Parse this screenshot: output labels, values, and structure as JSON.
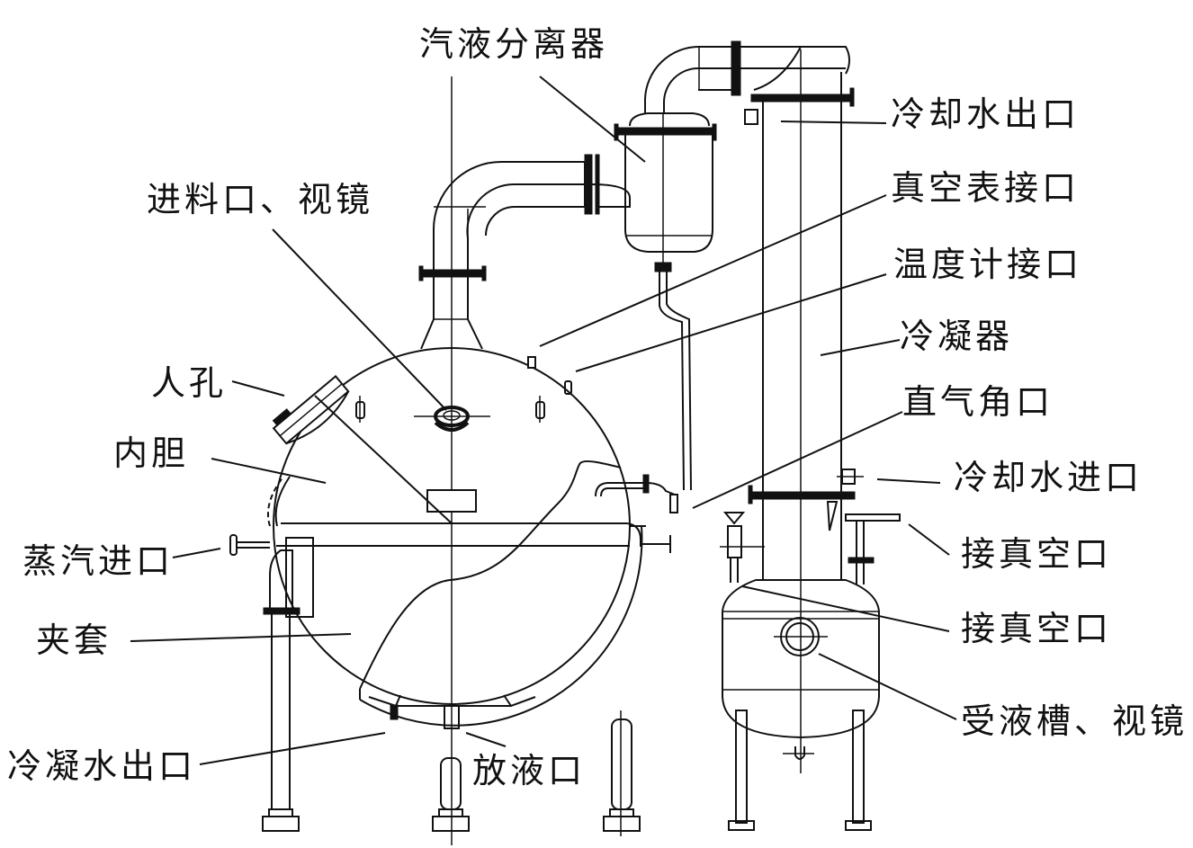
{
  "diagram": {
    "subject": "Vacuum concentrator / evaporator structure",
    "line_color": "#111111",
    "background": "#ffffff",
    "labels": {
      "separator": "汽液分离器",
      "cooling_water_outlet": "冷却水出口",
      "feed_inlet_sight_glass": "进料口、视镜",
      "vacuum_gauge_port": "真空表接口",
      "thermometer_port": "温度计接口",
      "condenser": "冷凝器",
      "manhole": "人孔",
      "straight_angle_port": "直气角口",
      "inner_vessel": "内胆",
      "cooling_water_inlet": "冷却水进口",
      "steam_inlet": "蒸汽进口",
      "vacuum_port_1": "接真空口",
      "vacuum_port_2": "接真空口",
      "jacket": "夹套",
      "receiver_sight_glass": "受液槽、视镜",
      "condensate_outlet": "冷凝水出口",
      "drain_outlet": "放液口"
    }
  }
}
